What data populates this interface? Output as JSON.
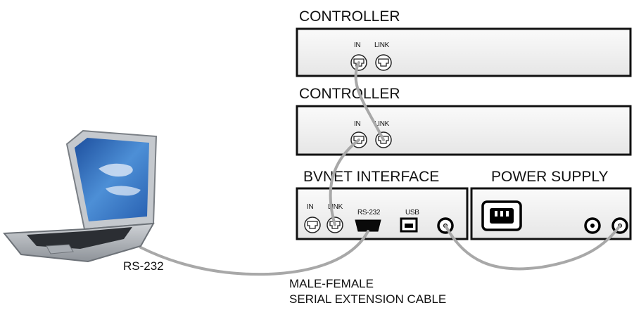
{
  "controllers": [
    {
      "title": "CONTROLLER",
      "port_in": "IN",
      "port_link": "LINK"
    },
    {
      "title": "CONTROLLER",
      "port_in": "IN",
      "port_link": "LINK"
    }
  ],
  "bvnet": {
    "title": "BVNET INTERFACE",
    "port_in": "IN",
    "port_link": "LINK",
    "port_rs232": "RS-232",
    "port_usb": "USB"
  },
  "power": {
    "title": "POWER SUPPLY"
  },
  "laptop": {
    "port_label": "RS-232"
  },
  "cable": {
    "line1": "MALE-FEMALE",
    "line2": "SERIAL EXTENSION CABLE"
  },
  "colors": {
    "panel_fill": "#f1f1f1",
    "panel_stroke": "#111111",
    "cable": "#a8a8a8",
    "screen": "#2f6fbf"
  }
}
